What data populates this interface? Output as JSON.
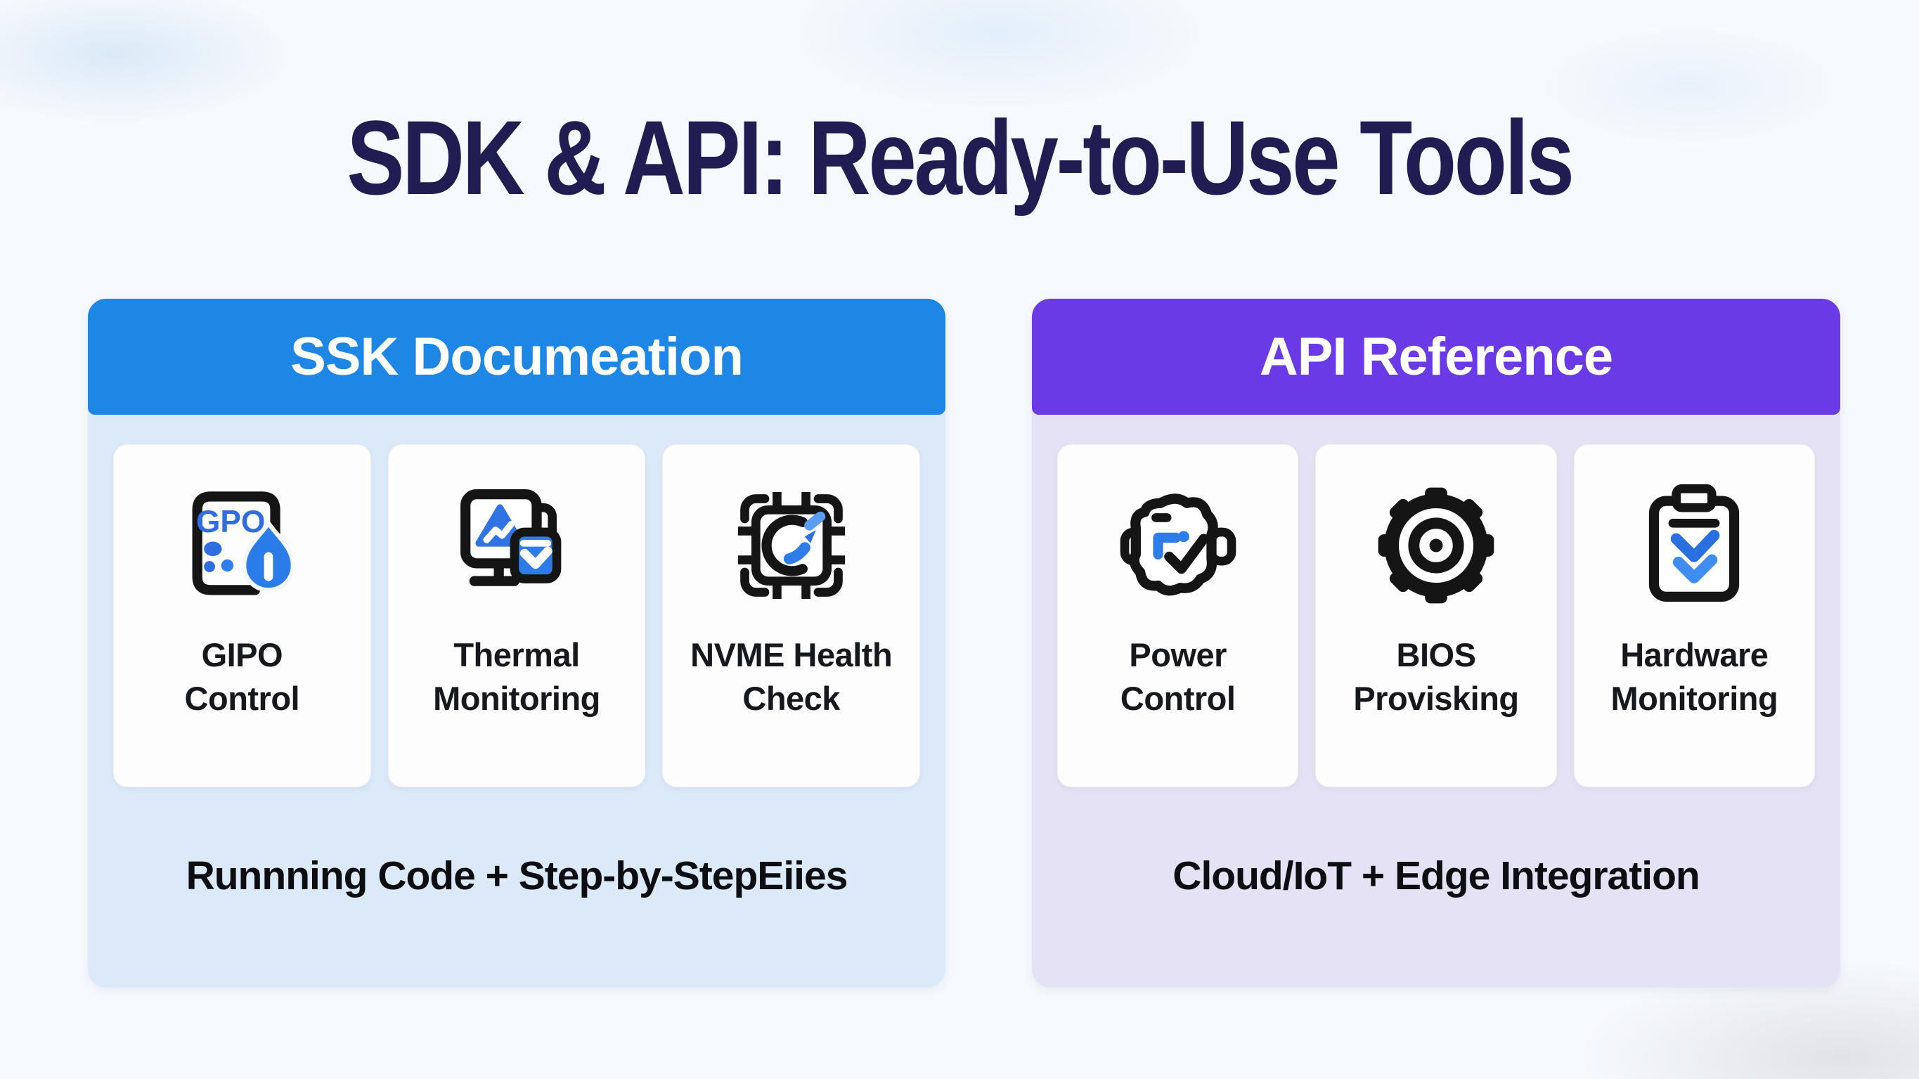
{
  "title": "SDK & API: Ready-to-Use Tools",
  "colors": {
    "title_text": "#201d53",
    "sdk_header": "#1e87e6",
    "sdk_body": "#dbe9f8",
    "api_header": "#6a3ae6",
    "api_body": "#e6e2f5",
    "card_bg": "#fdfdfe",
    "icon_black": "#151515",
    "icon_blue": "#2e7ce8"
  },
  "panels": [
    {
      "header": "SSK Documeation",
      "caption": "Runnning Code + Step-by-StepEiies",
      "cards": [
        {
          "icon": "gpio-chip-icon",
          "icon_text": "GPO",
          "label": "GIPO\nControl"
        },
        {
          "icon": "thermal-monitor-icon",
          "label": "Thermal\nMonitoring"
        },
        {
          "icon": "nvme-chip-icon",
          "label": "NVME Health\nCheck"
        }
      ]
    },
    {
      "header": "API Reference",
      "caption": "Cloud/IoT + Edge Integration",
      "cards": [
        {
          "icon": "power-chip-icon",
          "label": "Power\nControl"
        },
        {
          "icon": "gear-icon",
          "label": "BIOS\nProvisking"
        },
        {
          "icon": "clipboard-check-icon",
          "label": "Hardware\nMonitoring"
        }
      ]
    }
  ]
}
